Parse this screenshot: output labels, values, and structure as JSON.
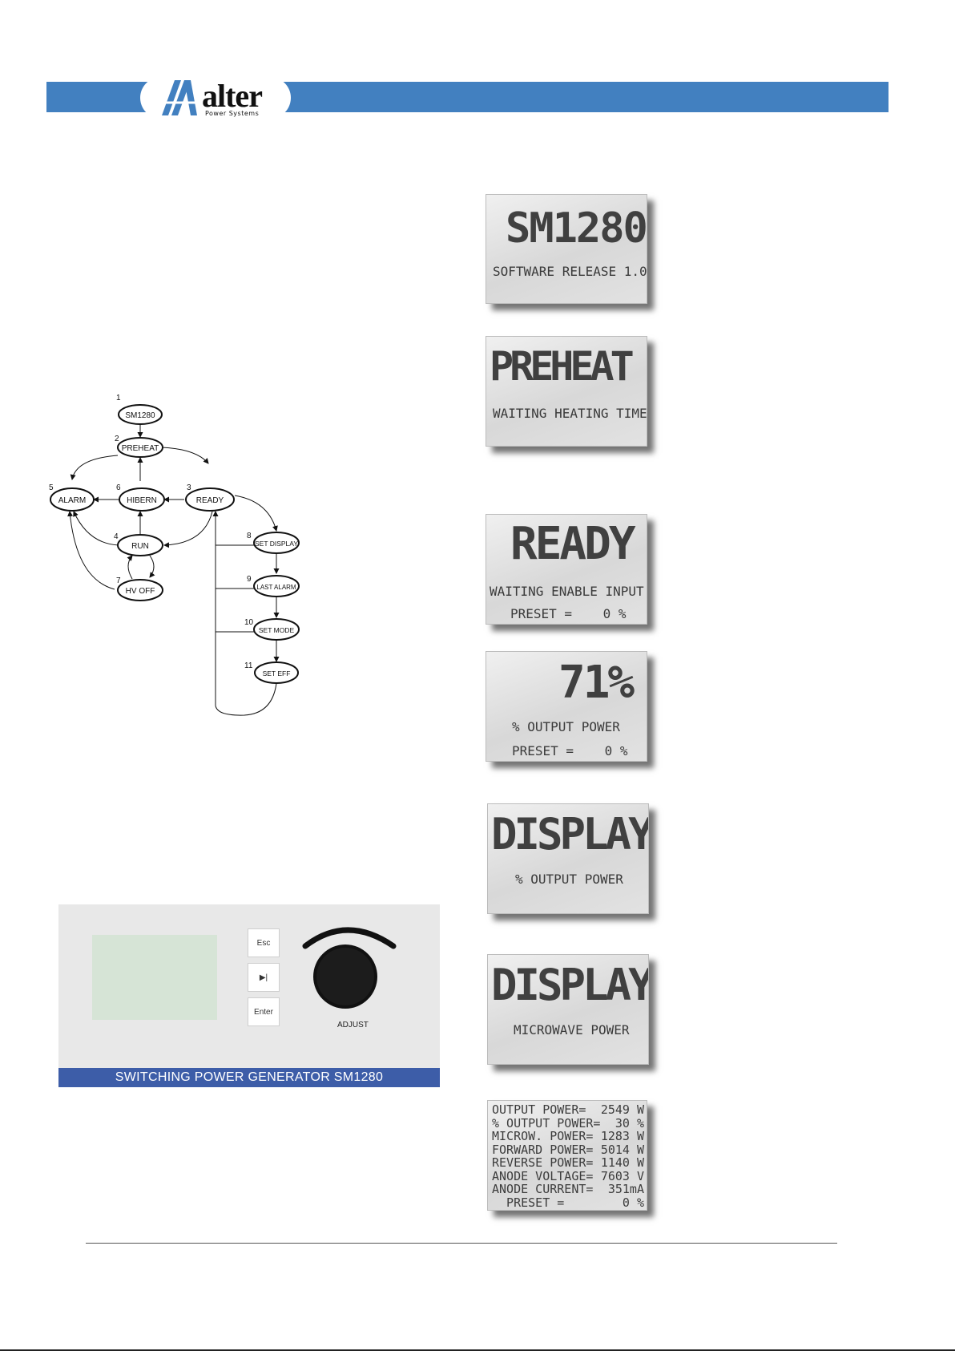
{
  "header": {
    "brand": "alter",
    "brand_sub": "Power Systems"
  },
  "diagram": {
    "states": [
      {
        "num": "1",
        "label": "SM1280"
      },
      {
        "num": "2",
        "label": "PREHEAT"
      },
      {
        "num": "3",
        "label": "READY"
      },
      {
        "num": "4",
        "label": "RUN"
      },
      {
        "num": "5",
        "label": "ALARM"
      },
      {
        "num": "6",
        "label": "HIBERN"
      },
      {
        "num": "7",
        "label": "HV OFF"
      },
      {
        "num": "8",
        "label": "SET DISPLAY"
      },
      {
        "num": "9",
        "label": "LAST ALARM"
      },
      {
        "num": "10",
        "label": "SET MODE"
      },
      {
        "num": "11",
        "label": "SET EFF"
      }
    ]
  },
  "panel": {
    "esc_label": "Esc",
    "next_label": "▶|",
    "enter_label": "Enter",
    "adjust_label": "ADJUST",
    "title": "SWITCHING POWER GENERATOR SM1280"
  },
  "lcd": {
    "s1": {
      "big": "SM1280",
      "line1": "SOFTWARE RELEASE 1.0"
    },
    "s2": {
      "big": "PREHEAT",
      "line1": "WAITING HEATING TIME"
    },
    "s3": {
      "big": "READY",
      "line1": "WAITING ENABLE INPUT",
      "line2": "PRESET =    0 %"
    },
    "s4": {
      "big": "71%",
      "line1": "% OUTPUT POWER",
      "line2": "PRESET =    0 %"
    },
    "s5": {
      "big": "DISPLAY",
      "line1": "% OUTPUT POWER"
    },
    "s6": {
      "big": "DISPLAY",
      "line1": "MICROWAVE POWER"
    },
    "s7": {
      "rows": [
        {
          "label": "OUTPUT POWER=",
          "value": "2549 W"
        },
        {
          "label": "% OUTPUT POWER=",
          "value": "30 %"
        },
        {
          "label": "MICROW. POWER=",
          "value": "1283 W"
        },
        {
          "label": "FORWARD POWER=",
          "value": "5014 W"
        },
        {
          "label": "REVERSE POWER=",
          "value": "1140 W"
        },
        {
          "label": "ANODE VOLTAGE=",
          "value": "7603 V"
        },
        {
          "label": "ANODE CURRENT=",
          "value": "351mA"
        },
        {
          "label": "  PRESET =",
          "value": "0 %"
        }
      ]
    }
  }
}
